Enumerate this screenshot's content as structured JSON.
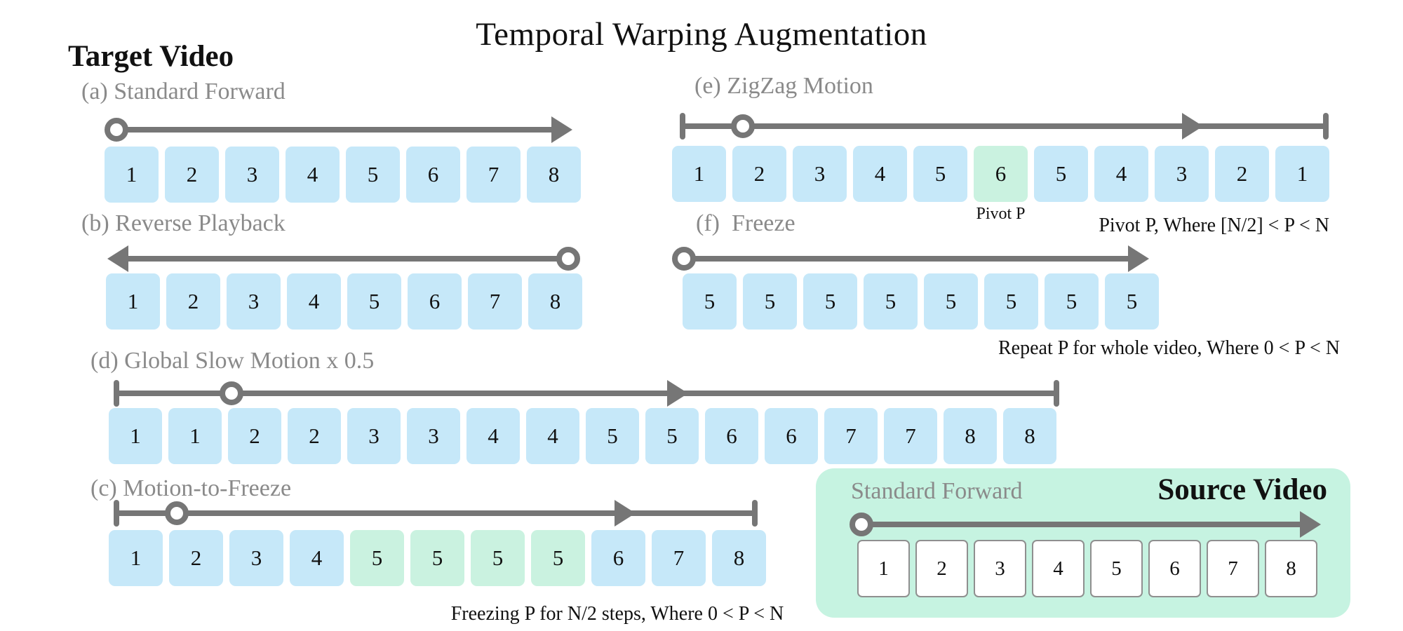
{
  "title": "Temporal Warping Augmentation",
  "target_label": "Target Video",
  "colors": {
    "frame_blue": "#c6e8f9",
    "frame_green": "#caf2e0",
    "panel_green": "#c6f3e1",
    "arrow_gray": "#767676",
    "heading_gray": "#8a8a8a",
    "text_black": "#111111",
    "source_frame_border": "#8f8f8f"
  },
  "sections": {
    "a": {
      "heading": "(a) Standard Forward",
      "frames": [
        {
          "label": "1"
        },
        {
          "label": "2"
        },
        {
          "label": "3"
        },
        {
          "label": "4"
        },
        {
          "label": "5"
        },
        {
          "label": "6"
        },
        {
          "label": "7"
        },
        {
          "label": "8"
        }
      ]
    },
    "b": {
      "heading": "(b) Reverse Playback",
      "frames": [
        {
          "label": "1"
        },
        {
          "label": "2"
        },
        {
          "label": "3"
        },
        {
          "label": "4"
        },
        {
          "label": "5"
        },
        {
          "label": "6"
        },
        {
          "label": "7"
        },
        {
          "label": "8"
        }
      ]
    },
    "d": {
      "heading": "(d) Global Slow Motion x 0.5",
      "frames": [
        {
          "label": "1"
        },
        {
          "label": "1"
        },
        {
          "label": "2"
        },
        {
          "label": "2"
        },
        {
          "label": "3"
        },
        {
          "label": "3"
        },
        {
          "label": "4"
        },
        {
          "label": "4"
        },
        {
          "label": "5"
        },
        {
          "label": "5"
        },
        {
          "label": "6"
        },
        {
          "label": "6"
        },
        {
          "label": "7"
        },
        {
          "label": "7"
        },
        {
          "label": "8"
        },
        {
          "label": "8"
        }
      ]
    },
    "c": {
      "heading": "(c) Motion-to-Freeze",
      "note": "Freezing P for N/2 steps, Where 0 < P < N",
      "frames": [
        {
          "label": "1"
        },
        {
          "label": "2"
        },
        {
          "label": "3"
        },
        {
          "label": "4"
        },
        {
          "label": "5",
          "highlight": true
        },
        {
          "label": "5",
          "highlight": true
        },
        {
          "label": "5",
          "highlight": true
        },
        {
          "label": "5",
          "highlight": true
        },
        {
          "label": "6"
        },
        {
          "label": "7"
        },
        {
          "label": "8"
        }
      ]
    },
    "e": {
      "heading": "(e) ZigZag Motion",
      "pivot_label": "Pivot P",
      "note": "Pivot P, Where [N/2] < P < N",
      "frames": [
        {
          "label": "1"
        },
        {
          "label": "2"
        },
        {
          "label": "3"
        },
        {
          "label": "4"
        },
        {
          "label": "5"
        },
        {
          "label": "6",
          "highlight": true
        },
        {
          "label": "5"
        },
        {
          "label": "4"
        },
        {
          "label": "3"
        },
        {
          "label": "2"
        },
        {
          "label": "1"
        }
      ]
    },
    "f": {
      "heading": "(f)  Freeze",
      "note": "Repeat P for whole video, Where 0 < P < N",
      "frames": [
        {
          "label": "5"
        },
        {
          "label": "5"
        },
        {
          "label": "5"
        },
        {
          "label": "5"
        },
        {
          "label": "5"
        },
        {
          "label": "5"
        },
        {
          "label": "5"
        },
        {
          "label": "5"
        }
      ]
    }
  },
  "source": {
    "heading": "Standard Forward",
    "title": "Source Video",
    "frames": [
      {
        "label": "1"
      },
      {
        "label": "2"
      },
      {
        "label": "3"
      },
      {
        "label": "4"
      },
      {
        "label": "5"
      },
      {
        "label": "6"
      },
      {
        "label": "7"
      },
      {
        "label": "8"
      }
    ]
  }
}
